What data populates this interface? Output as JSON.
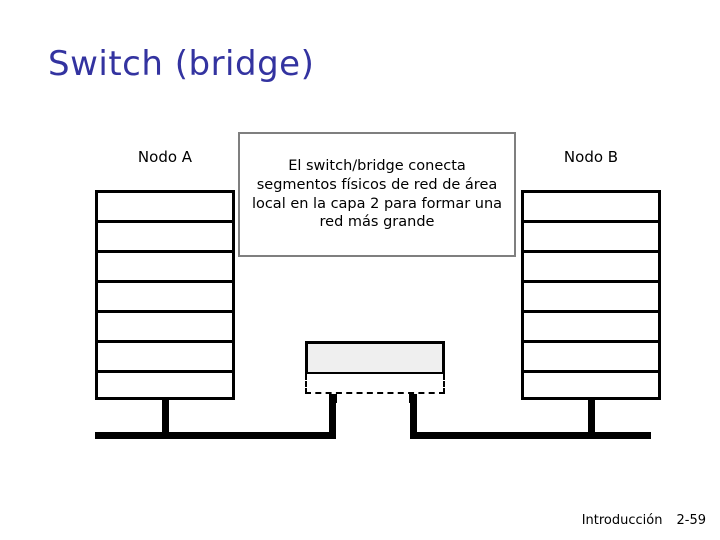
{
  "slide": {
    "title": "Switch (bridge)",
    "title_color": "#3333a0",
    "background_color": "#ffffff"
  },
  "nodes": {
    "left": {
      "label": "Nodo A",
      "layer_count": 7
    },
    "right": {
      "label": "Nodo B",
      "layer_count": 7
    }
  },
  "description": {
    "text": "El switch/bridge conecta segmentos físicos de red de área local en la capa 2 para formar una red más grande",
    "border_color": "#7f7f7f",
    "fill_color": "#ffffff"
  },
  "switch_device": {
    "body_fill": "#efefef",
    "body_border": "#000000",
    "backplane_style": "dashed",
    "port_count": 2
  },
  "segments": {
    "left_bus_label": "",
    "right_bus_label": "",
    "line_color": "#000000"
  },
  "footer": {
    "source": "Introducción",
    "page": "2-59"
  }
}
